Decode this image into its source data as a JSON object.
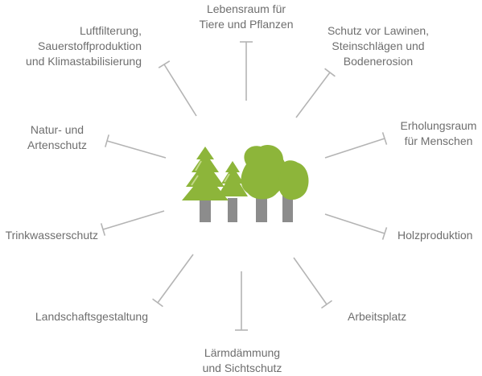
{
  "diagram": {
    "center_icon": "trees-icon",
    "colors": {
      "foliage": "#8db53a",
      "foliage_light": "#a8c95a",
      "trunk": "#8c8c8c",
      "connector": "#b4b4b4",
      "text": "#6e6e6e"
    },
    "labels": {
      "lebensraum": [
        "Lebensraum für",
        "Tiere und Pflanzen"
      ],
      "schutz_lawinen": [
        "Schutz vor Lawinen,",
        "Steinschlägen und",
        "Bodenerosion"
      ],
      "erholungsraum": [
        "Erholungsraum",
        "für Menschen"
      ],
      "holzproduktion": [
        "Holzproduktion"
      ],
      "arbeitsplatz": [
        "Arbeitsplatz"
      ],
      "laermdaemmung": [
        "Lärmdämmung",
        "und Sichtschutz"
      ],
      "landschaftsgestaltung": [
        "Landschaftsgestaltung"
      ],
      "trinkwasserschutz": [
        "Trinkwasserschutz"
      ],
      "naturschutz": [
        "Natur- und",
        "Artenschutz"
      ],
      "luftfilterung": [
        "Luftfilterung,",
        "Sauerstoffproduktion",
        "und Klimastabilisierung"
      ]
    }
  }
}
